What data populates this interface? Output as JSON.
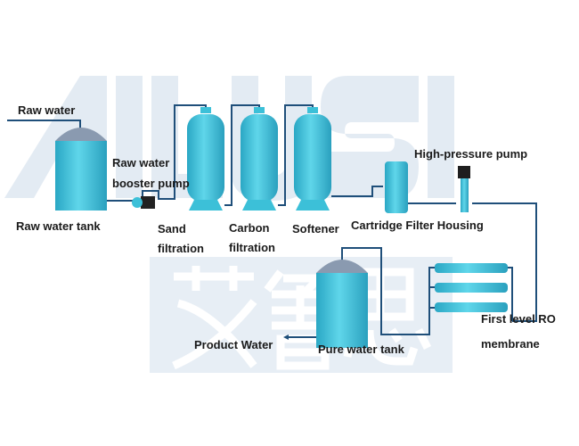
{
  "watermark": {
    "latin": "AILUSI",
    "chinese": "艾鲁思"
  },
  "labels": {
    "raw_water": "Raw water",
    "raw_water_tank": "Raw water tank",
    "booster_pump_1": "Raw water",
    "booster_pump_2": "booster pump",
    "sand_1": "Sand",
    "sand_2": "filtration",
    "carbon_1": "Carbon",
    "carbon_2": "filtration",
    "softener": "Softener",
    "cartridge": "Cartridge Filter Housing",
    "hp_pump": "High-pressure pump",
    "ro_1": "First level RO",
    "ro_2": "membrane",
    "pure_tank": "Pure water tank",
    "product_water": "Product Water"
  },
  "colors": {
    "vessel": "#3cc0d8",
    "pipe": "#1f4f7a",
    "dome": "#8a9ab0",
    "watermark": "#e3ebf3"
  }
}
